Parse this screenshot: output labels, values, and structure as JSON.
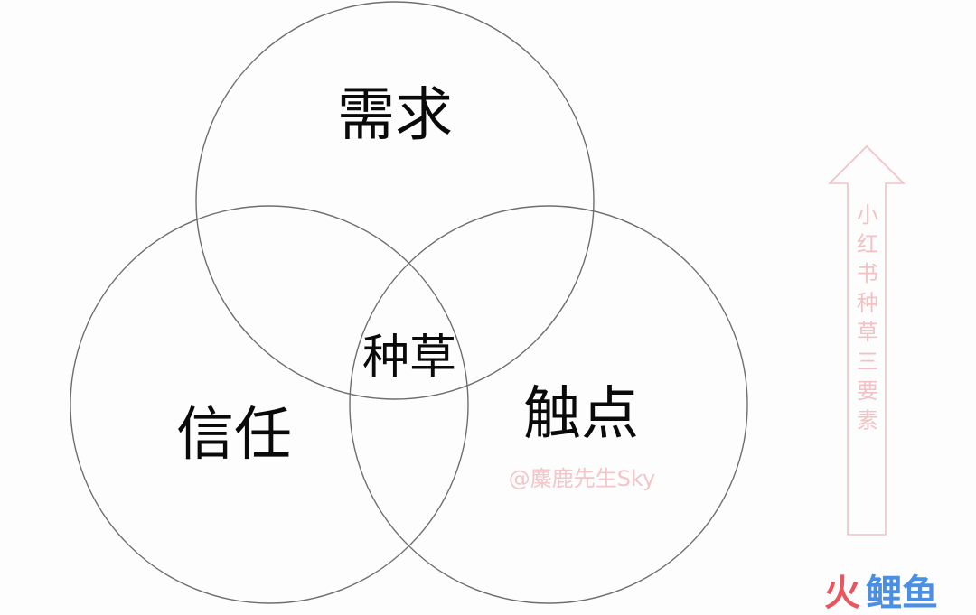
{
  "diagram": {
    "top_circle_label": "需求",
    "left_circle_label": "信任",
    "right_circle_label": "触点",
    "center_label": "种草"
  },
  "watermark": {
    "text": "@麋鹿先生Sky",
    "color": "#f2c6c9"
  },
  "side_arrow": {
    "characters": [
      "小",
      "红",
      "书",
      "种",
      "草",
      "三",
      "要",
      "素"
    ],
    "color": "#f3c1c4"
  },
  "logo": {
    "part1": "火",
    "part2": "鲤鱼",
    "color1": "#e8565e",
    "color2": "#4a8fe3"
  },
  "colors": {
    "circle_stroke": "#6e6e6e",
    "label_text": "#0a0a0a",
    "background": "#fdfdfd"
  }
}
